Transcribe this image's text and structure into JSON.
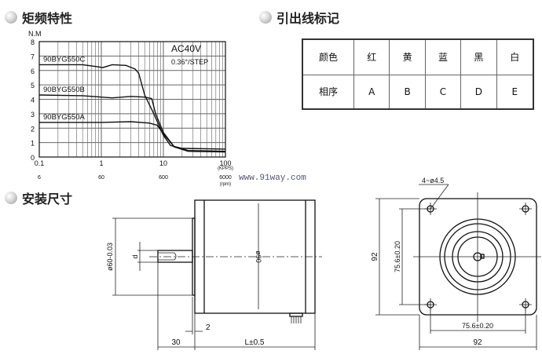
{
  "sections": {
    "torque": "矩频特性",
    "wiring": "引出线标记",
    "mounting": "安装尺寸"
  },
  "chart_data": {
    "type": "line",
    "title": "",
    "ylabel": "N.M",
    "xlabel_units": "(KPPS)",
    "x2label_units": "(rpm)",
    "xscale": "log",
    "xlim": [
      0.1,
      100
    ],
    "ylim": [
      0,
      8
    ],
    "xticks": [
      "0.1",
      "1",
      "10",
      "100"
    ],
    "x2ticks": [
      "6",
      "60",
      "600",
      "6000"
    ],
    "yticks": [
      "0",
      "1",
      "2",
      "3",
      "4",
      "5",
      "6",
      "7",
      "8"
    ],
    "grid": true,
    "annotations": [
      "AC40V",
      "0.36°/STEP"
    ],
    "series": [
      {
        "name": "90BYG550C",
        "x": [
          0.1,
          0.5,
          0.9,
          1.05,
          1.5,
          2.5,
          3.5,
          4,
          5,
          7,
          10,
          13,
          20,
          100
        ],
        "y": [
          6.4,
          6.4,
          6.25,
          6.2,
          6.4,
          6.35,
          6.1,
          5.8,
          4.3,
          3.0,
          1.5,
          0.8,
          0.6,
          0.55
        ]
      },
      {
        "name": "90BYG550B",
        "x": [
          0.1,
          0.5,
          1.5,
          3,
          5,
          6.5,
          7.5,
          10,
          15,
          25,
          100
        ],
        "y": [
          4.3,
          4.25,
          4.1,
          4.2,
          4.15,
          4.05,
          3.0,
          1.7,
          0.7,
          0.45,
          0.4
        ]
      },
      {
        "name": "90BYG550A",
        "x": [
          0.1,
          1,
          3,
          6,
          8,
          10,
          15,
          25,
          100
        ],
        "y": [
          2.4,
          2.4,
          2.45,
          2.35,
          2.2,
          1.6,
          0.7,
          0.4,
          0.35
        ]
      }
    ]
  },
  "wiring_table": {
    "rows": [
      {
        "header": "颜色",
        "cells": [
          "红",
          "黄",
          "蓝",
          "黑",
          "白"
        ]
      },
      {
        "header": "相序",
        "cells": [
          "A",
          "B",
          "C",
          "D",
          "E"
        ]
      }
    ]
  },
  "website": "www.91way.com",
  "side_view": {
    "pilot_dia": "ø60-0.03",
    "shaft_dia": "d",
    "body_dia": "ø90",
    "flange_thk": "2",
    "shaft_len": "30",
    "body_len": "L±0.5"
  },
  "front_view": {
    "holes": "4~ø4.5",
    "height": "92",
    "hole_pitch_v": "75.6±0.20",
    "hole_pitch_h": "75.6±0.20",
    "width": "92"
  }
}
